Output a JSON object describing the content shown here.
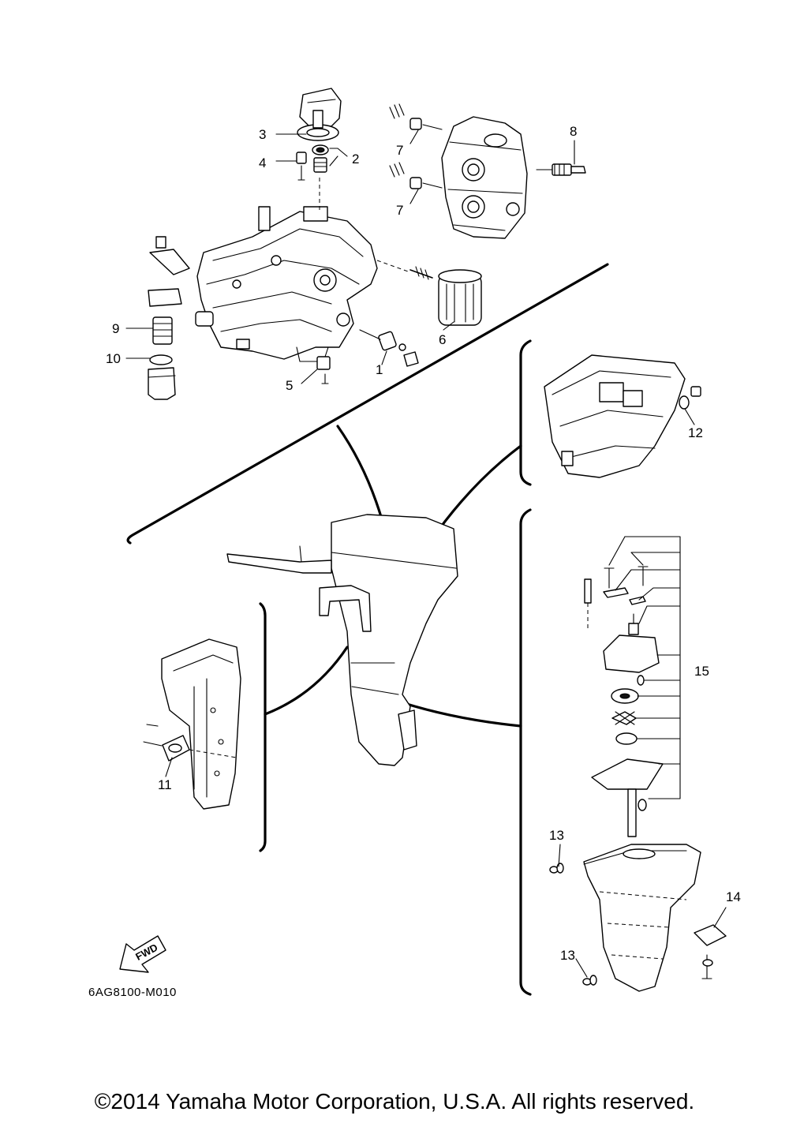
{
  "diagram": {
    "code": "6AG8100-M010",
    "fwd_label": "FWD",
    "callouts": [
      "1",
      "2",
      "3",
      "4",
      "5",
      "6",
      "7",
      "7",
      "8",
      "9",
      "10",
      "11",
      "12",
      "13",
      "13",
      "14",
      "15"
    ]
  },
  "footer": {
    "copyright": "©2014 Yamaha Motor Corporation, U.S.A. All rights reserved."
  }
}
